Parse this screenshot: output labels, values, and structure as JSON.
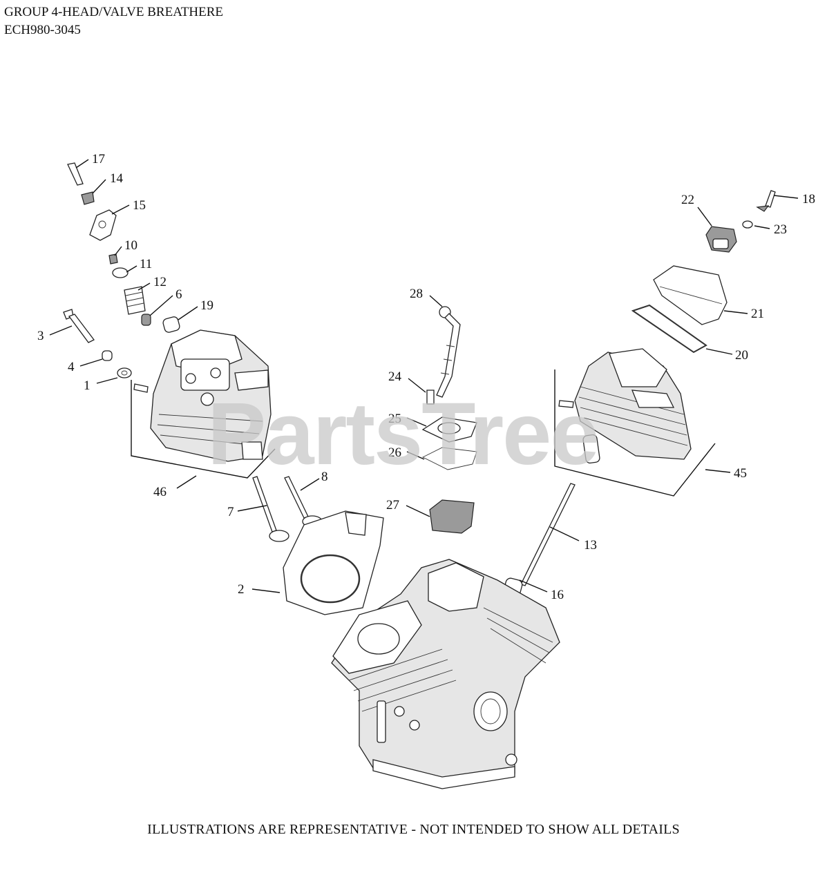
{
  "header": {
    "title": "GROUP 4-HEAD/VALVE BREATHERE",
    "model": "ECH980-3045"
  },
  "footer": {
    "note": "ILLUSTRATIONS ARE REPRESENTATIVE - NOT INTENDED TO SHOW ALL DETAILS"
  },
  "watermark": {
    "text": "PartsTree"
  },
  "callouts": [
    "17",
    "14",
    "15",
    "10",
    "11",
    "12",
    "6",
    "19",
    "3",
    "4",
    "1",
    "46",
    "7",
    "8",
    "2",
    "28",
    "24",
    "25",
    "26",
    "27",
    "13",
    "16",
    "22",
    "18",
    "23",
    "21",
    "20",
    "45"
  ]
}
